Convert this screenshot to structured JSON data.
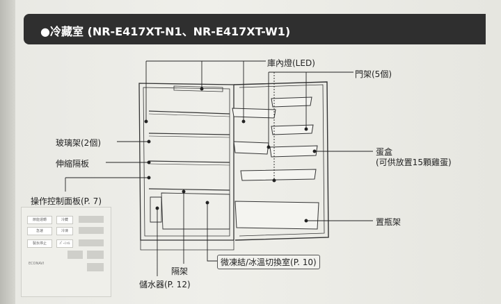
{
  "header": {
    "title": "●冷藏室 (NR-E417XT-N1、NR-E417XT-W1)"
  },
  "labels": {
    "light": "庫內燈(LED)",
    "door_pockets": "門架(5個)",
    "glass_shelves": "玻璃架(2個)",
    "telescopic_shelf": "伸縮隔板",
    "egg_tray_title": "蛋盒",
    "egg_tray_note": "(可供放置15顆雞蛋)",
    "control_panel": "操作控制面板(P. 7)",
    "bottle_pocket": "置瓶架",
    "partition": "隔架",
    "water_tank": "儲水器(P. 12)",
    "chiller_room": "微凍結/冰溫切換室(P. 10)"
  },
  "panel": {
    "buttons": [
      "節能運轉",
      "冷藏",
      "急速",
      "冷凍",
      "製氷停止",
      "ﾊﾟｰｼｬﾙ"
    ],
    "logo": "ECONAVI"
  }
}
